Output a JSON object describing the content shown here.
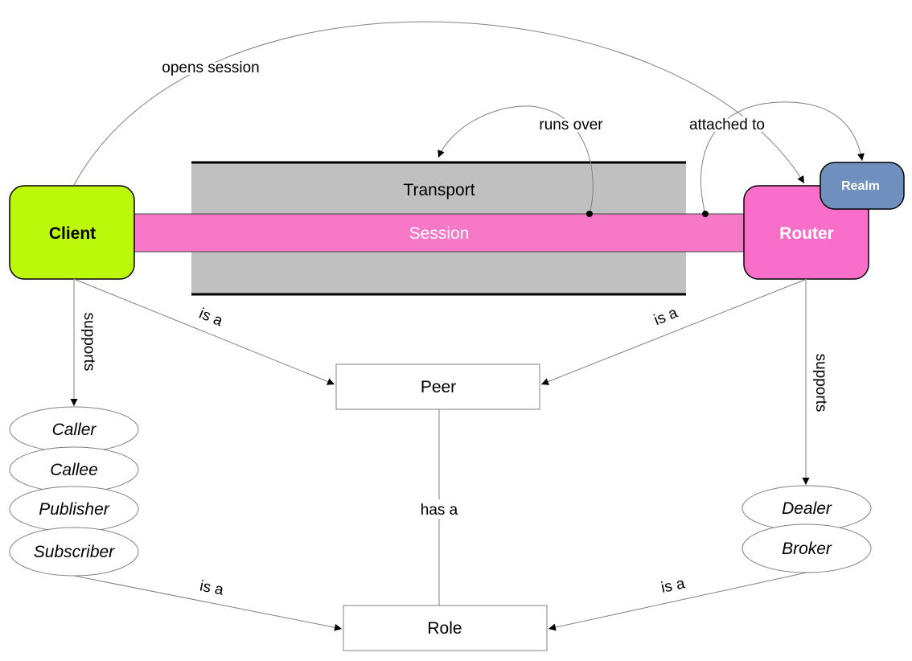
{
  "nodes": {
    "client": "Client",
    "router": "Router",
    "realm": "Realm",
    "transport": "Transport",
    "session": "Session",
    "peer": "Peer",
    "role": "Role"
  },
  "client_roles": [
    "Caller",
    "Callee",
    "Publisher",
    "Subscriber"
  ],
  "router_roles": [
    "Dealer",
    "Broker"
  ],
  "edges": {
    "opens_session": "opens session",
    "runs_over": "runs over",
    "attached_to": "attached to",
    "client_is_a_peer": "is a",
    "router_is_a_peer": "is a",
    "client_supports": "supports",
    "router_supports": "supports",
    "peer_has_a_role": "has a",
    "client_roles_is_a_role": "is a",
    "router_roles_is_a_role": "is a"
  },
  "colors": {
    "client_fill": "#bbf80a",
    "router_fill": "#f86ec8",
    "session_fill": "#f878c8",
    "transport_fill": "#c0c0c0",
    "realm_fill": "#6f8fbf"
  }
}
